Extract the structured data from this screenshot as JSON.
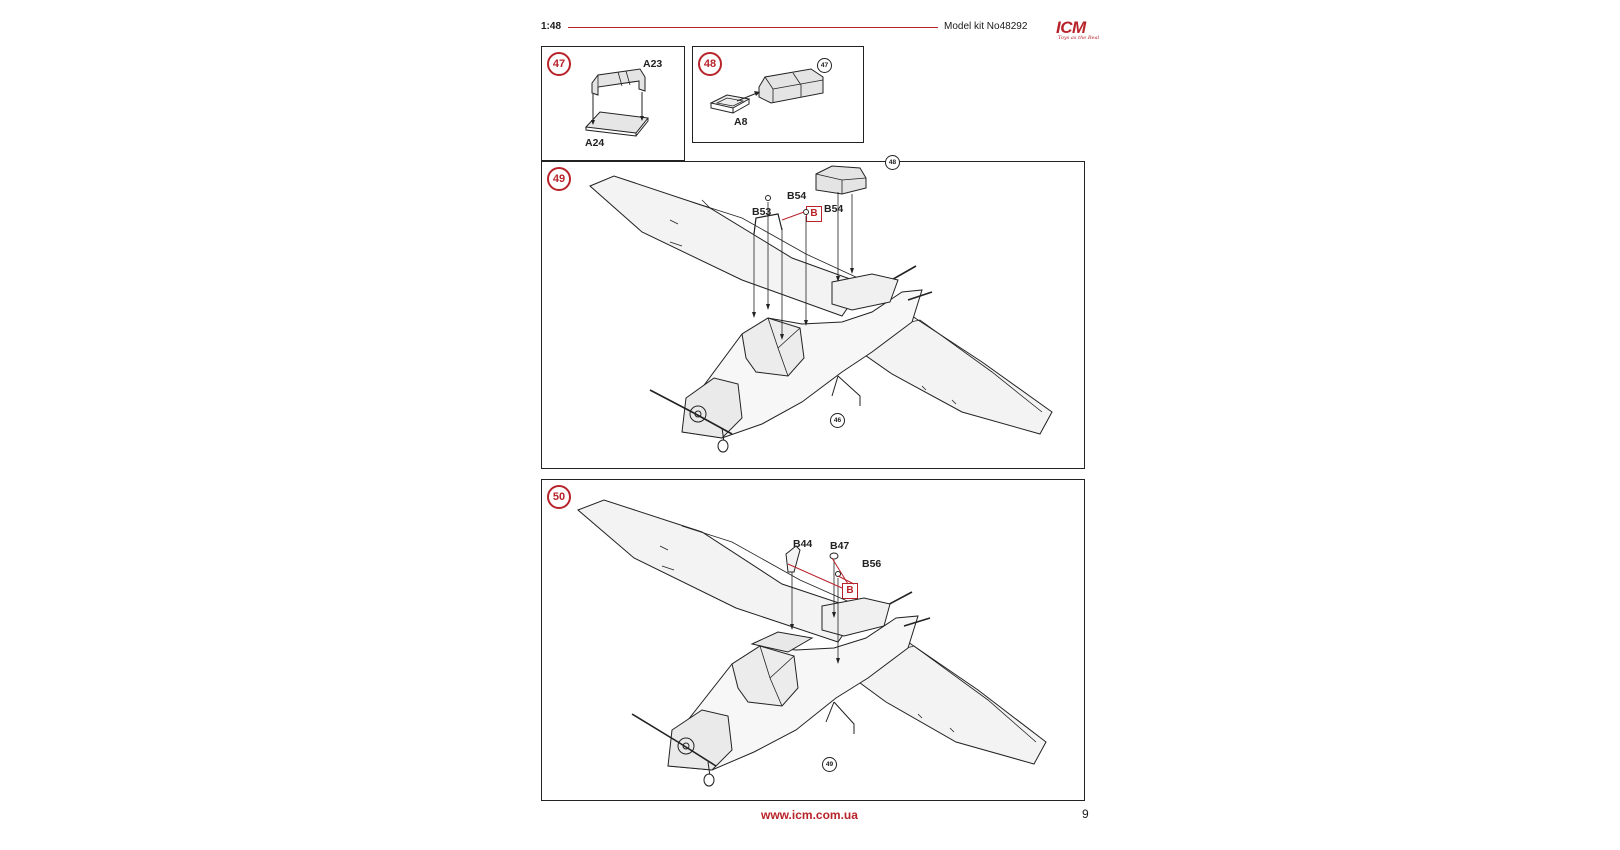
{
  "header": {
    "scale": "1:48",
    "model_kit": "Model kit No48292",
    "logo_text": "ICM",
    "logo_tagline": "Toys as the Real"
  },
  "steps": [
    {
      "number": "47",
      "parts": [
        "A23",
        "A24"
      ]
    },
    {
      "number": "48",
      "parts": [
        "A8"
      ],
      "ref_step": "47"
    },
    {
      "number": "49",
      "parts": [
        "B54",
        "B53",
        "B54"
      ],
      "ref_steps": [
        "48",
        "46"
      ],
      "sprue": "B"
    },
    {
      "number": "50",
      "parts": [
        "B44",
        "B47",
        "B56"
      ],
      "ref_steps": [
        "49"
      ],
      "sprue": "B"
    }
  ],
  "footer": {
    "url": "www.icm.com.ua",
    "page": "9"
  },
  "colors": {
    "accent": "#b8232a",
    "line": "#222222"
  }
}
